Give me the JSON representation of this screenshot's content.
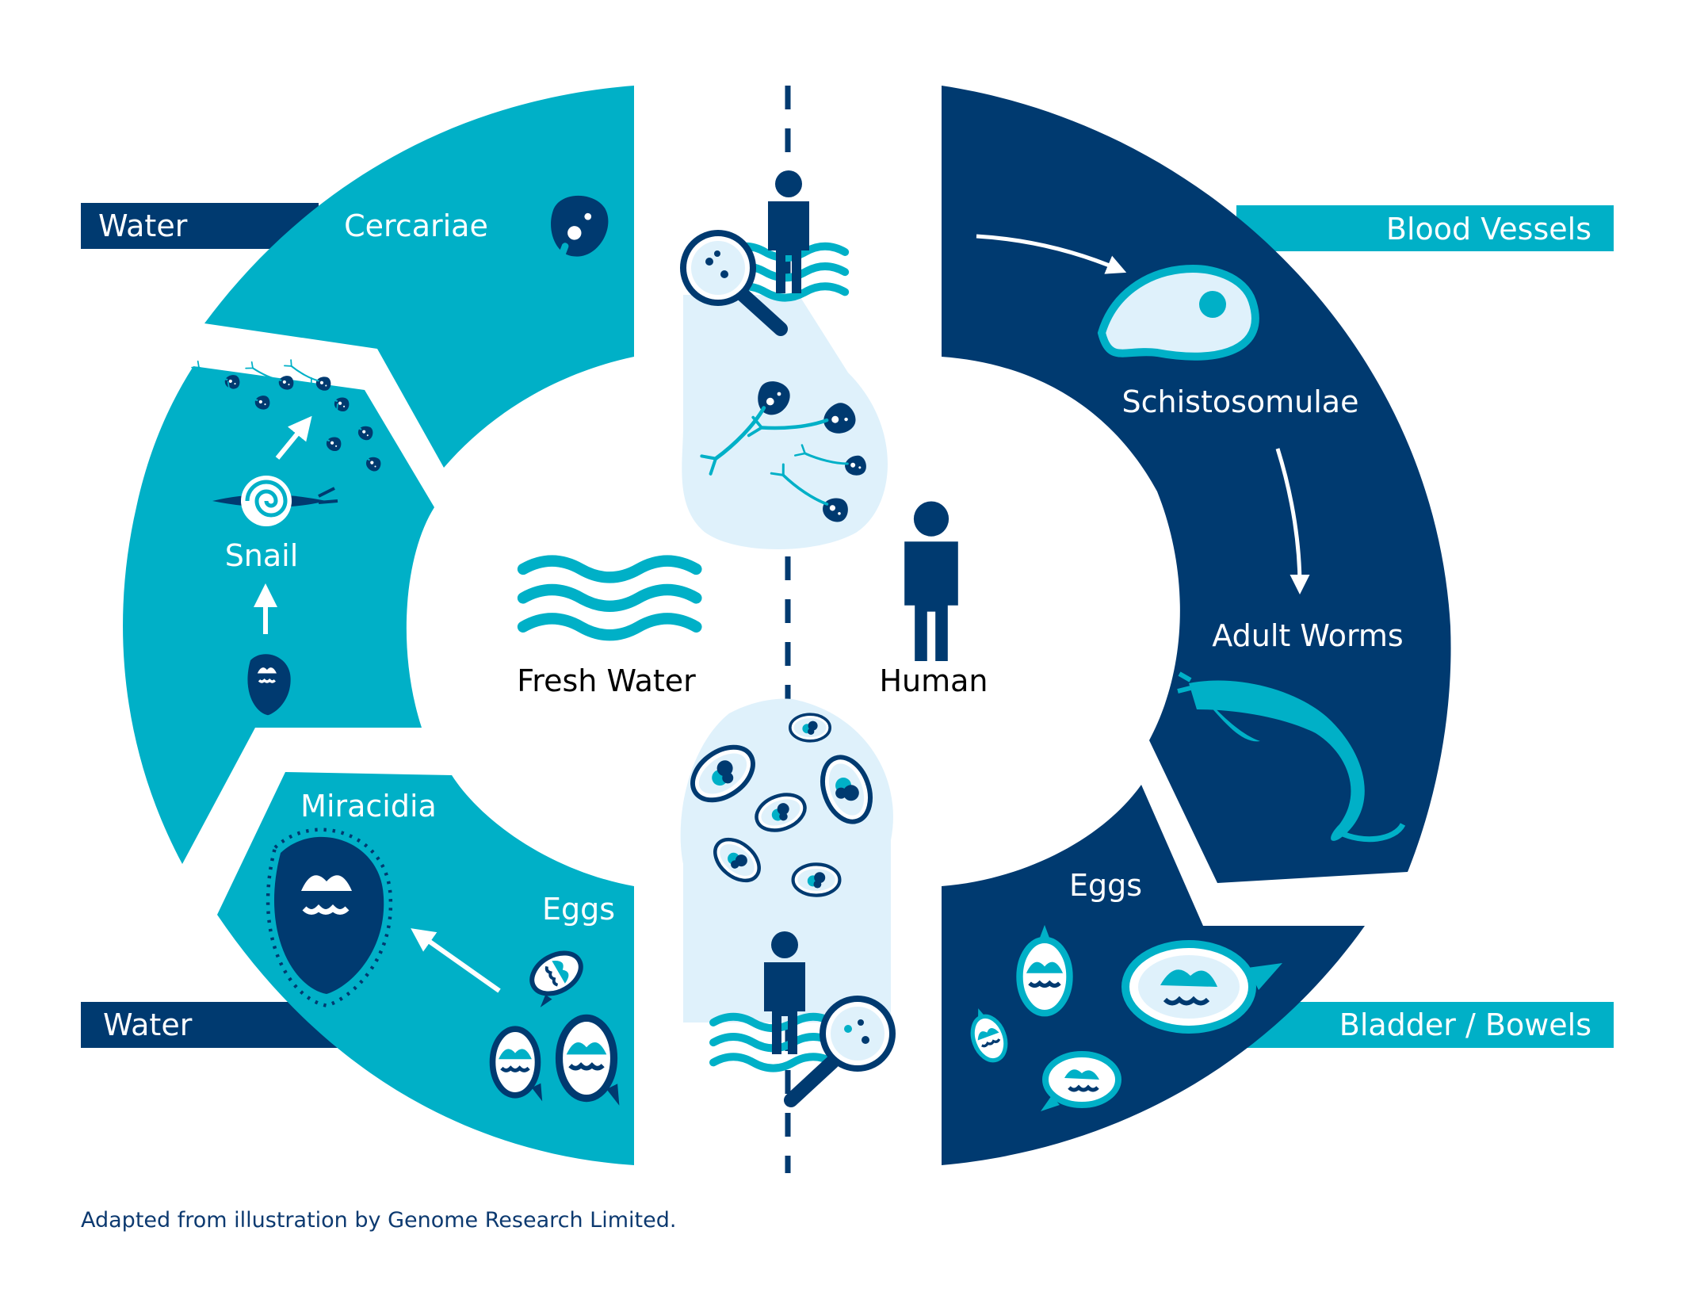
{
  "colors": {
    "teal": "#00b0c7",
    "navy": "#003a70",
    "pale": "#dff1fb",
    "white": "#ffffff"
  },
  "tags": {
    "water_top": "Water",
    "water_bottom": "Water",
    "blood_vessels": "Blood Vessels",
    "bladder_bowels": "Bladder / Bowels"
  },
  "stages": {
    "cercariae": "Cercariae",
    "snail": "Snail",
    "miracidia": "Miracidia",
    "eggs_water": "Eggs",
    "schistosomulae": "Schistosomulae",
    "adult_worms": "Adult Worms",
    "eggs_human": "Eggs"
  },
  "center": {
    "fresh_water": "Fresh Water",
    "human": "Human"
  },
  "icons": [
    "cercaria-icon",
    "snail-icon",
    "miracidium-icon",
    "egg-icon",
    "schistosomulum-icon",
    "adult-worm-icon",
    "person-icon",
    "water-waves-icon",
    "magnifier-icon",
    "arrow-icon"
  ],
  "footer": {
    "credit": "Adapted from illustration by Genome Research Limited."
  }
}
